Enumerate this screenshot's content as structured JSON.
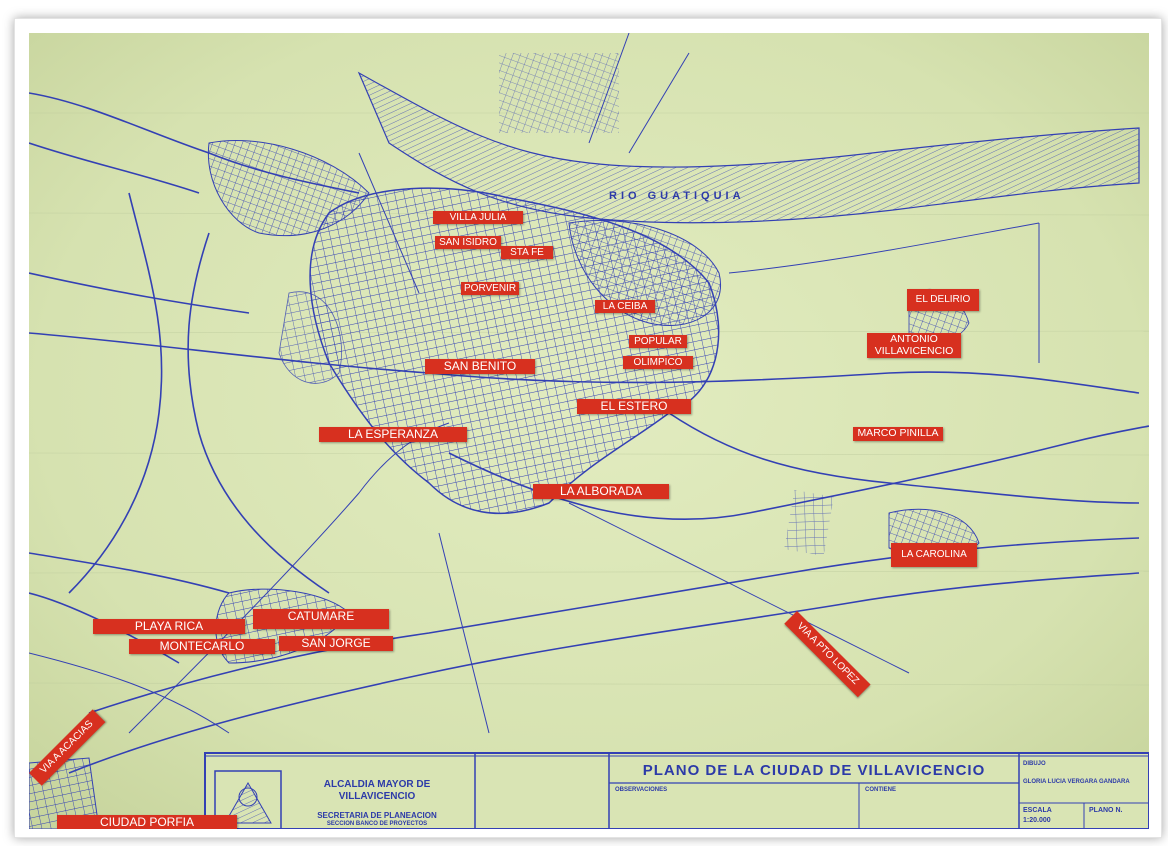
{
  "colors": {
    "paper": "#d9e4b4",
    "ink": "#3340b4",
    "label_bg": "#d7301f",
    "label_text": "#ffffff"
  },
  "map": {
    "river_label": "RIO GUATIQUIA",
    "neighborhoods": [
      {
        "id": "villa-julia",
        "label": "VILLA JULIA"
      },
      {
        "id": "san-isidro",
        "label": "SAN ISIDRO"
      },
      {
        "id": "sta-fe",
        "label": "STA FE"
      },
      {
        "id": "porvenir",
        "label": "PORVENIR"
      },
      {
        "id": "la-ceiba",
        "label": "LA CEIBA"
      },
      {
        "id": "popular",
        "label": "POPULAR"
      },
      {
        "id": "olimpico",
        "label": "OLIMPICO"
      },
      {
        "id": "san-benito",
        "label": "SAN BENITO"
      },
      {
        "id": "el-estero",
        "label": "EL ESTERO"
      },
      {
        "id": "la-esperanza",
        "label": "LA ESPERANZA"
      },
      {
        "id": "la-alborada",
        "label": "LA ALBORADA"
      },
      {
        "id": "el-delirio",
        "label": "EL DELIRIO"
      },
      {
        "id": "antonio-villavicencio",
        "label": "ANTONIO VILLAVICENCIO"
      },
      {
        "id": "marco-pinilla",
        "label": "MARCO PINILLA"
      },
      {
        "id": "la-carolina",
        "label": "LA CAROLINA"
      },
      {
        "id": "playa-rica",
        "label": "PLAYA RICA"
      },
      {
        "id": "catumare",
        "label": "CATUMARE"
      },
      {
        "id": "montecarlo",
        "label": "MONTECARLO"
      },
      {
        "id": "san-jorge",
        "label": "SAN JORGE"
      },
      {
        "id": "via-pto-lopez",
        "label": "VIA A PTO LOPEZ"
      },
      {
        "id": "via-acacias",
        "label": "VIA A ACACIAS"
      },
      {
        "id": "ciudad-porfia",
        "label": "CIUDAD PORFIA"
      }
    ]
  },
  "title_block": {
    "authority_line1": "ALCALDIA MAYOR DE",
    "authority_line2": "VILLAVICENCIO",
    "office_line1": "SECRETARIA DE PLANEACION",
    "office_line2": "SECCION BANCO DE PROYECTOS",
    "plan_title": "PLANO DE LA CIUDAD DE VILLAVICENCIO",
    "drawn_by": "GLORIA LUCIA VERGARA GANDARA",
    "observaciones": "OBSERVACIONES",
    "contiene": "CONTIENE",
    "escala_label": "ESCALA",
    "escala_value": "1:20.000",
    "plano_label": "PLANO N.",
    "dibujo_label": "DIBUJO"
  }
}
